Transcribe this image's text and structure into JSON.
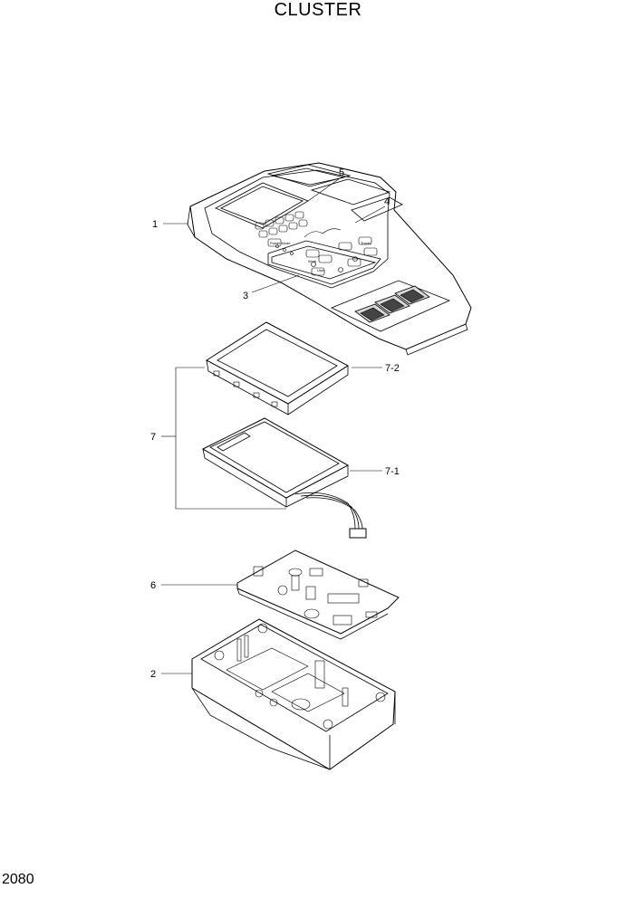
{
  "header": {
    "title": "CLUSTER"
  },
  "footer": {
    "page_number": "2080"
  },
  "callouts": {
    "c1": "1",
    "c2": "2",
    "c3": "3",
    "c4": "4",
    "c5": "5",
    "c6": "6",
    "c7": "7",
    "c7_1": "7-1",
    "c7_2": "7-2"
  },
  "panel_buttons": {
    "power_mode": "Power Mode",
    "work_mode": "Work",
    "user_mode": "User",
    "travel": "Travel"
  }
}
